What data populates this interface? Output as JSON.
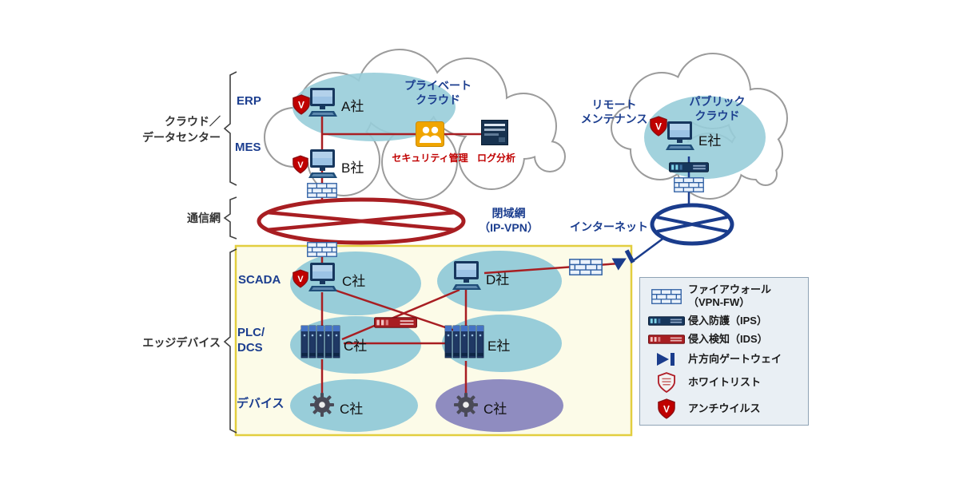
{
  "colors": {
    "line_red": "#A81E22",
    "line_blue": "#1A3C8C",
    "label_blue": "#1C3E8F",
    "teal_ellipse": "#98CDD9",
    "purple_ellipse": "#8F8CC0",
    "edge_box_bg": "#FCFBE8",
    "edge_box_border": "#E2CE3F",
    "legend_bg": "#E9EFF4",
    "shield_red": "#C00000",
    "device_navy": "#17375E",
    "people_orange": "#F0A500"
  },
  "left_labels": {
    "cloud_dc": "クラウド／\nデータセンター",
    "network": "通信網",
    "edge": "エッジデバイス"
  },
  "layer_labels": {
    "erp": "ERP",
    "mes": "MES",
    "scada": "SCADA",
    "plc_dcs": "PLC/\nDCS",
    "device": "デバイス"
  },
  "cloud": {
    "private_label": "プライベート\nクラウド",
    "company_a": "A社",
    "company_b": "B社",
    "security_mgmt": "セキュリティ管理",
    "log_analysis": "ログ分析"
  },
  "public_cloud": {
    "label": "パブリック\nクラウド",
    "remote_maintenance": "リモート\nメンテナンス",
    "company_e": "E社"
  },
  "network": {
    "closed": "閉域網\n（IP-VPN）",
    "internet": "インターネット"
  },
  "edge": {
    "scada_c": "C社",
    "scada_d": "D社",
    "plc_c": "C社",
    "plc_e": "E社",
    "device_left": "C社",
    "device_right": "C社"
  },
  "legend": {
    "items": [
      {
        "icon": "firewall-icon",
        "label": "ファイアウォール\n（VPN-FW）"
      },
      {
        "icon": "ips-icon",
        "label": "侵入防護（IPS）"
      },
      {
        "icon": "ids-icon",
        "label": "侵入検知（IDS）"
      },
      {
        "icon": "oneway-gateway-icon",
        "label": "片方向ゲートウェイ"
      },
      {
        "icon": "whitelist-icon",
        "label": "ホワイトリスト"
      },
      {
        "icon": "antivirus-icon",
        "label": "アンチウイルス"
      }
    ]
  }
}
